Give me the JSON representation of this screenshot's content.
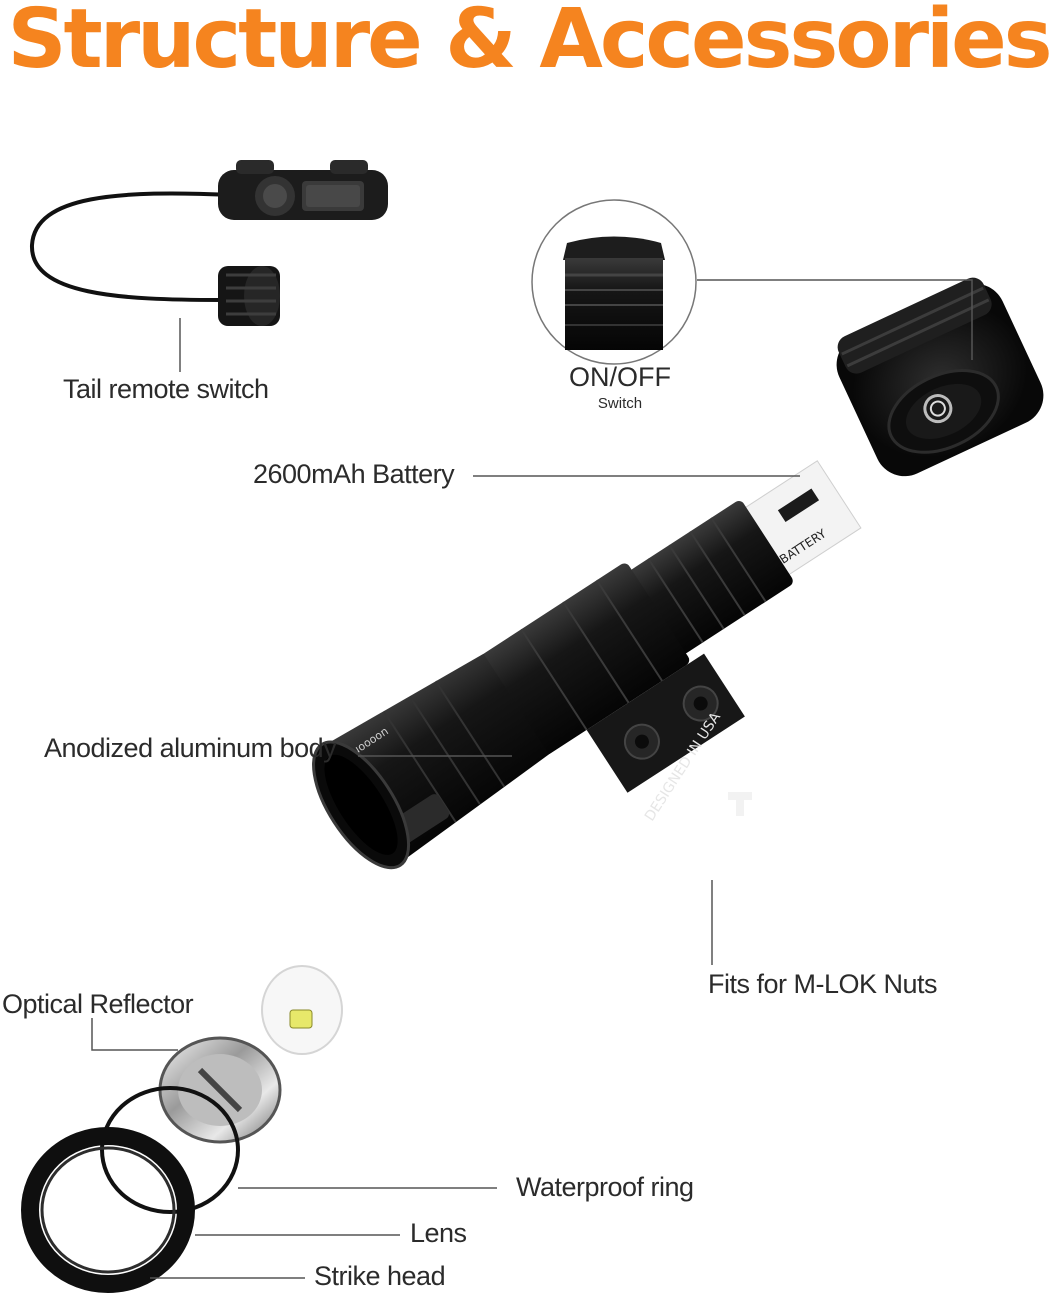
{
  "title": "Structure & Accessories",
  "labels": {
    "tail_remote_switch": "Tail remote switch",
    "on_off": "ON/OFF",
    "switch": "Switch",
    "battery": "2600mAh Battery",
    "body": "Anodized aluminum body",
    "mlok": "Fits for M-LOK Nuts",
    "reflector": "Optical Reflector",
    "waterproof_ring": "Waterproof ring",
    "lens": "Lens",
    "strike_head": "Strike head"
  },
  "product_text": {
    "mount_text": "DESIGNED IN USA",
    "battery_text": "BATTERY",
    "brand": "ouoooon"
  },
  "colors": {
    "accent": "#f5841f",
    "product_black": "#141414",
    "callout_line": "#555555"
  }
}
